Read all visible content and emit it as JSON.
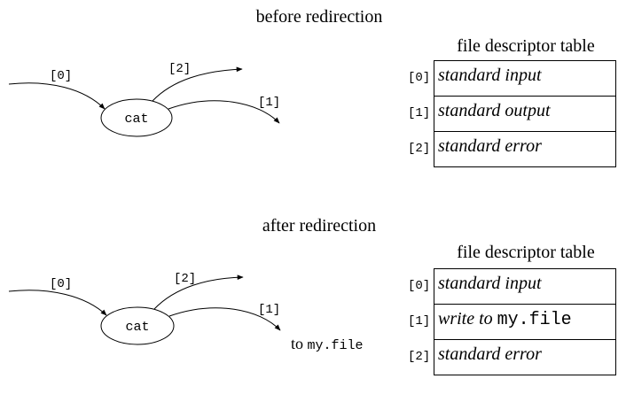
{
  "before": {
    "title": "before redirection",
    "process": {
      "label": "cat"
    },
    "streams": [
      "[0]",
      "[2]",
      "[1]"
    ],
    "fd_table": {
      "title": "file descriptor table",
      "rows": [
        {
          "index": "[0]",
          "text": "standard input"
        },
        {
          "index": "[1]",
          "text": "standard output"
        },
        {
          "index": "[2]",
          "text": "standard error"
        }
      ]
    }
  },
  "after": {
    "title": "after redirection",
    "process": {
      "label": "cat"
    },
    "streams": [
      "[0]",
      "[2]",
      "[1]"
    ],
    "redirect": {
      "prefix": "to",
      "file": "my.file"
    },
    "fd_table": {
      "title": "file descriptor table",
      "rows": [
        {
          "index": "[0]",
          "text": "standard input"
        },
        {
          "index": "[1]",
          "text_prefix": "write to",
          "text_file": "my.file"
        },
        {
          "index": "[2]",
          "text": "standard error"
        }
      ]
    }
  }
}
